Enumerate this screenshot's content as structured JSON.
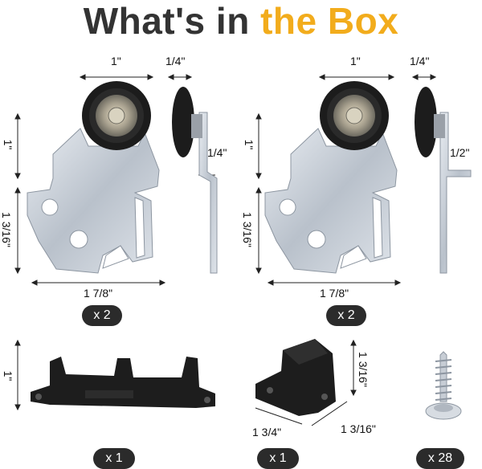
{
  "title": {
    "part1": "What's in ",
    "part2": "the Box"
  },
  "colors": {
    "accent": "#f2ac1c",
    "dark": "#333333",
    "pill": "#2b2b2b"
  },
  "roller_a": {
    "width_top": "1\"",
    "side_width": "1/4\"",
    "side_offset": "1/4\"",
    "height_top": "1\"",
    "height_bottom": "1 3/16\"",
    "width_bottom": "1 7/8\"",
    "quantity": "x 2"
  },
  "roller_b": {
    "width_top": "1\"",
    "side_width": "1/4\"",
    "side_offset": "1/2\"",
    "height_top": "1\"",
    "height_bottom": "1 3/16\"",
    "width_bottom": "1 7/8\"",
    "quantity": "x 2"
  },
  "guide": {
    "height": "1\"",
    "quantity": "x 1"
  },
  "bracket": {
    "height": "1 3/16\"",
    "depth": "1 3/4\"",
    "width": "1 3/16\"",
    "quantity": "x 1"
  },
  "screw": {
    "quantity": "x 28"
  }
}
